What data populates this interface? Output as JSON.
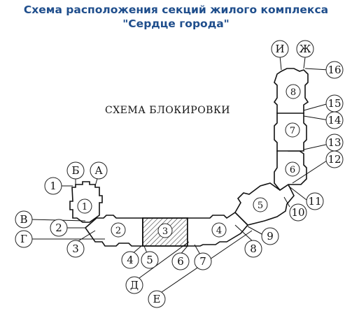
{
  "title": {
    "line1": "Схема расположения секций жилого комплекса",
    "line2": "\"Сердце города\""
  },
  "diagram": {
    "label": "СХЕМА БЛОКИРОВКИ",
    "sections": [
      "1",
      "2",
      "3",
      "4",
      "5",
      "6",
      "7",
      "8"
    ],
    "hatched_section": "3",
    "axis_markers": {
      "letters": [
        "Б",
        "А",
        "В",
        "Г",
        "Д",
        "Е",
        "И",
        "Ж"
      ],
      "numbers": [
        "1",
        "2",
        "3",
        "4",
        "5",
        "6",
        "7",
        "8",
        "9",
        "10",
        "11",
        "12",
        "13",
        "14",
        "15",
        "16"
      ]
    }
  }
}
